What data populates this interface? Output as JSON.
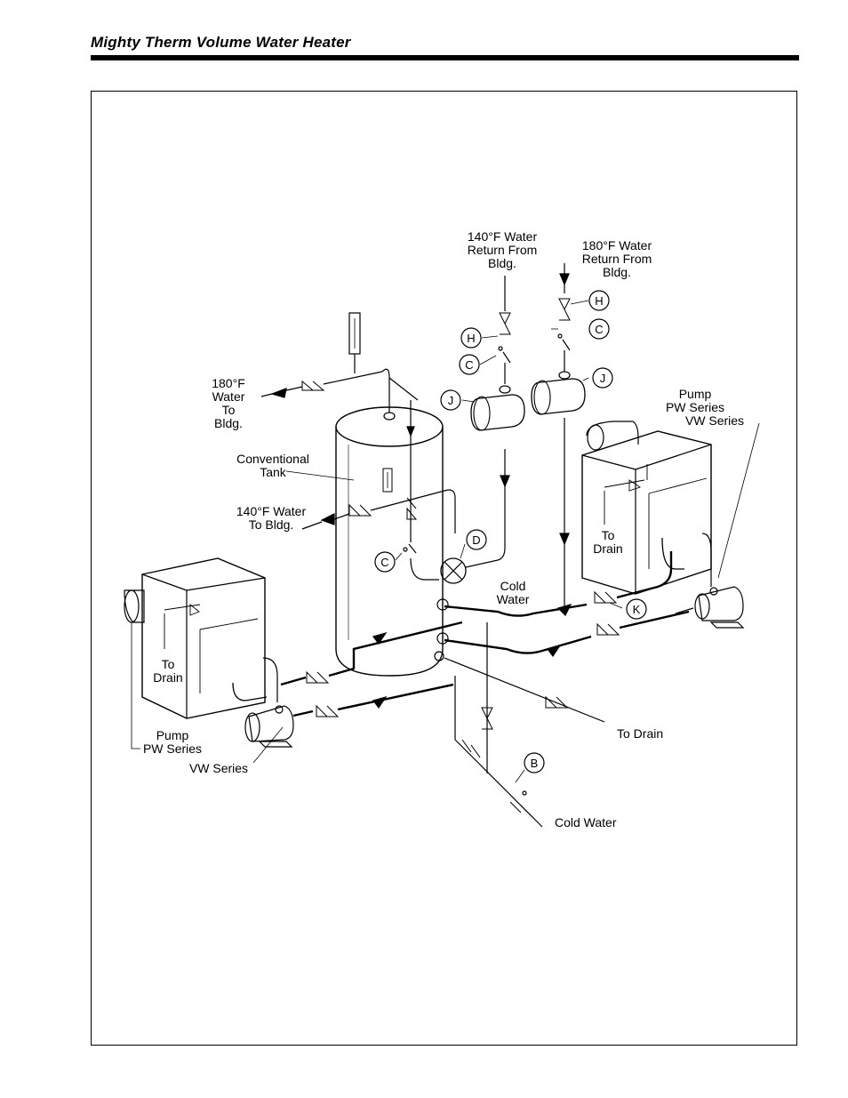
{
  "header": {
    "title": "Mighty Therm Volume Water Heater"
  },
  "diagram": {
    "labels": {
      "ret140_1": "140°F Water",
      "ret140_2": "Return  From",
      "ret140_3": "Bldg.",
      "ret180_1": "180°F Water",
      "ret180_2": "Return  From",
      "ret180_3": "Bldg.",
      "to180_1": "180°F",
      "to180_2": "Water",
      "to180_3": "To",
      "to180_4": "Bldg.",
      "tank_1": "Conventional",
      "tank_2": "Tank",
      "to140_1": "140°F Water",
      "to140_2": "To Bldg.",
      "cold_1": "Cold",
      "cold_2": "Water",
      "pumpR_1": "Pump",
      "pumpR_2": "PW Series",
      "pumpR_3": "VW Series",
      "drainR_1": "To",
      "drainR_2": "Drain",
      "drainL_1": "To",
      "drainL_2": "Drain",
      "pumpL_1": "Pump",
      "pumpL_2": "PW Series",
      "pumpL_3": "VW Series",
      "todrain": "To Drain",
      "coldwater": "Cold Water"
    },
    "tags": {
      "H1": "H",
      "H2": "H",
      "C1": "C",
      "C2": "C",
      "C3": "C",
      "J1": "J",
      "J2": "J",
      "D": "D",
      "K": "K",
      "B": "B"
    }
  }
}
